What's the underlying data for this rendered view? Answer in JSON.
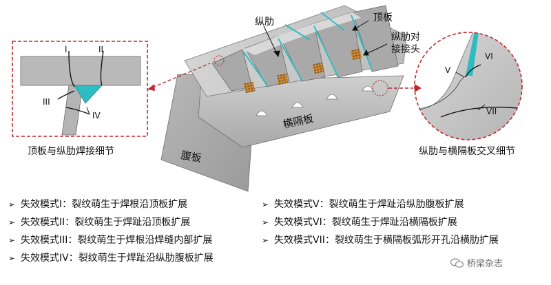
{
  "labels": {
    "longitudinal_rib": "纵肋",
    "top_plate": "顶板",
    "rib_splice_line1": "纵肋对",
    "rib_splice_line2": "接接头",
    "diaphragm": "横隔板",
    "web": "腹板",
    "left_caption": "顶板与纵肋焊接细节",
    "right_caption": "纵肋与横隔板交叉细节"
  },
  "modes": {
    "I": "I",
    "II": "II",
    "III": "III",
    "IV": "IV",
    "V": "V",
    "VI": "VI",
    "VII": "VII"
  },
  "failure_modes": [
    {
      "label": "失效模式I：裂纹萌生于焊根沿顶板扩展"
    },
    {
      "label": "失效模式II：裂纹萌生于焊趾沿顶板扩展"
    },
    {
      "label": "失效模式III：裂纹萌生于焊根沿焊缝内部扩展"
    },
    {
      "label": "失效模式IV：裂纹萌生于焊趾沿纵肋腹板扩展"
    },
    {
      "label": "失效模式V：裂纹萌生于焊趾沿纵肋腹板扩展"
    },
    {
      "label": "失效模式VI：裂纹萌生于焊趾沿横隔板扩展"
    },
    {
      "label": "失效模式VII：裂纹萌生于横隔板弧形开孔沿横肋扩展"
    }
  ],
  "bullet_glyph": "➢",
  "watermark": "桥梁杂志",
  "colors": {
    "steel": "#c4c4c4",
    "steel_dark": "#8e8e8e",
    "teal": "#2fbcc0",
    "red_dash": "#c0282e"
  }
}
